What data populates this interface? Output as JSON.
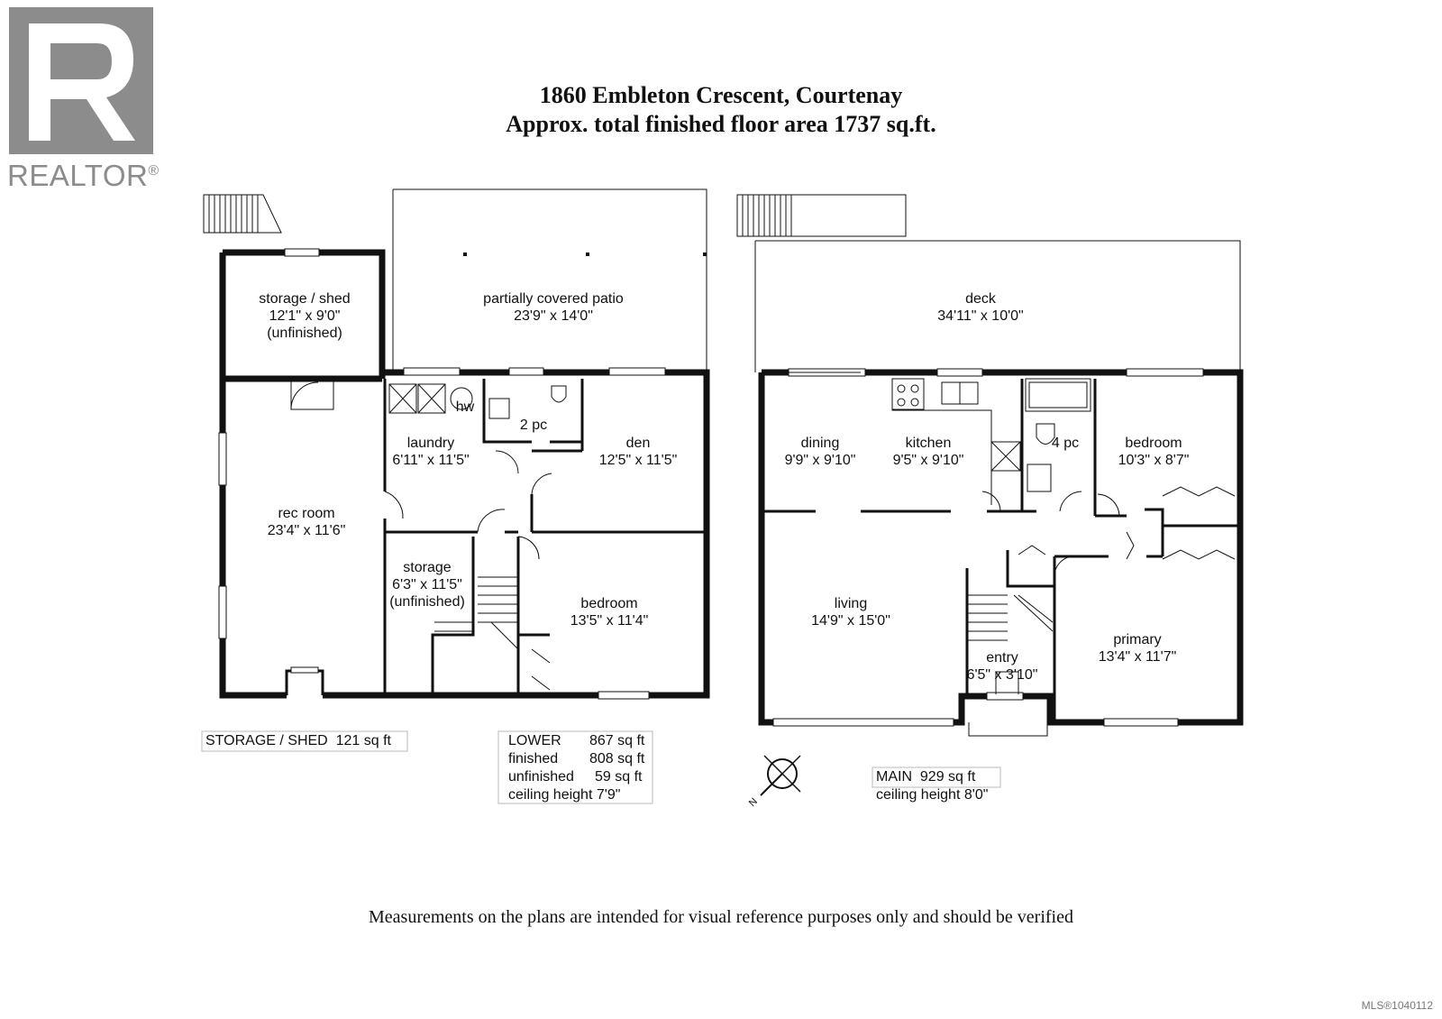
{
  "brand": {
    "name": "REALTOR",
    "mark": "®",
    "color": "#8c8c8c"
  },
  "title": {
    "line1": "1860 Embleton Crescent, Courtenay",
    "line2": "Approx. total finished floor area 1737 sq.ft."
  },
  "rooms": {
    "storage_shed": {
      "name": "storage / shed",
      "dims": "12'1\" x 9'0\"",
      "note": "(unfinished)"
    },
    "patio": {
      "name": "partially covered patio",
      "dims": "23'9\" x 14'0\""
    },
    "rec_room": {
      "name": "rec room",
      "dims": "23'4\" x 11'6\""
    },
    "laundry": {
      "name": "laundry",
      "dims": "6'11\" x 11'5\"",
      "hw": "hw"
    },
    "two_pc": {
      "name": "2 pc"
    },
    "den": {
      "name": "den",
      "dims": "12'5\" x 11'5\""
    },
    "storage": {
      "name": "storage",
      "dims": "6'3\" x 11'5\"",
      "note": "(unfinished)"
    },
    "lower_bedroom": {
      "name": "bedroom",
      "dims": "13'5\" x 11'4\""
    },
    "deck": {
      "name": "deck",
      "dims": "34'11\" x 10'0\""
    },
    "dining": {
      "name": "dining",
      "dims": "9'9\" x 9'10\""
    },
    "kitchen": {
      "name": "kitchen",
      "dims": "9'5\" x 9'10\""
    },
    "four_pc": {
      "name": "4 pc"
    },
    "main_bedroom": {
      "name": "bedroom",
      "dims": "10'3\" x 8'7\""
    },
    "living": {
      "name": "living",
      "dims": "14'9\" x 15'0\""
    },
    "entry": {
      "name": "entry",
      "dims": "6'5\" x 3'10\""
    },
    "primary": {
      "name": "primary",
      "dims": "13'4\" x 11'7\""
    }
  },
  "stats": {
    "storage_shed": {
      "label": "STORAGE / SHED",
      "value": "121 sq ft"
    },
    "lower": [
      {
        "label": "LOWER",
        "value": "867 sq ft"
      },
      {
        "label": "finished",
        "value": "808 sq ft"
      },
      {
        "label": "unfinished",
        "value": "59 sq ft"
      },
      {
        "label": "ceiling height",
        "value": "7'9\""
      }
    ],
    "main": [
      {
        "label": "MAIN",
        "value": "929 sq ft"
      },
      {
        "label": "ceiling height",
        "value": "8'0\""
      }
    ]
  },
  "compass": {
    "letter": "N"
  },
  "footer": "Measurements on the plans are intended for visual reference purposes only and should be verified",
  "mls": "MLS®1040112"
}
